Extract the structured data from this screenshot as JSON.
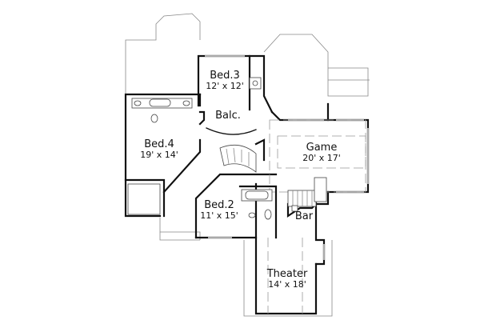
{
  "plan": {
    "type": "second-floor-plan",
    "rooms": [
      {
        "id": "bed3",
        "name": "Bed.3",
        "dims": "12' x 12'"
      },
      {
        "id": "balc",
        "name": "Balc.",
        "dims": ""
      },
      {
        "id": "bed4",
        "name": "Bed.4",
        "dims": "19' x 14'"
      },
      {
        "id": "game",
        "name": "Game",
        "dims": "20' x 17'"
      },
      {
        "id": "bed2",
        "name": "Bed.2",
        "dims": "11' x 15'"
      },
      {
        "id": "bar",
        "name": "Bar",
        "dims": ""
      },
      {
        "id": "theater",
        "name": "Theater",
        "dims": "14' x 18'"
      }
    ]
  }
}
